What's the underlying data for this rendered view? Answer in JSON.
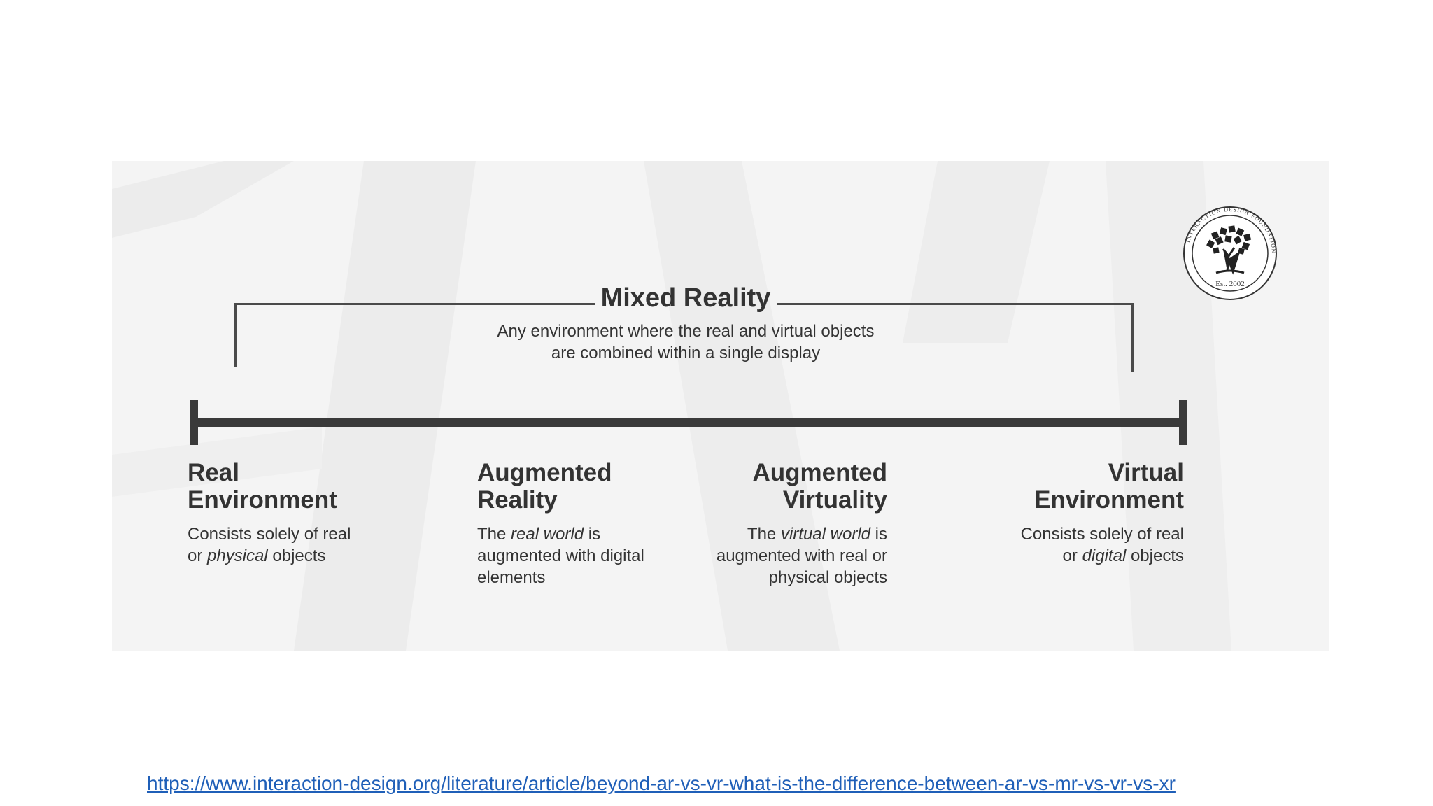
{
  "mixed_reality": {
    "title": "Mixed Reality",
    "description_line1": "Any environment where the real and virtual objects",
    "description_line2": "are combined within a single display"
  },
  "categories": [
    {
      "title_line1": "Real",
      "title_line2": "Environment",
      "desc_line1": "Consists solely of real",
      "desc_line2_pre": "or ",
      "desc_line2_em": "physical",
      "desc_line2_post": " objects",
      "desc_line3": ""
    },
    {
      "title_line1": "Augmented",
      "title_line2": "Reality",
      "desc_line1_pre": "The ",
      "desc_line1_em": "real world",
      "desc_line1_post": " is",
      "desc_line2": "augmented with digital",
      "desc_line3": "elements"
    },
    {
      "title_line1": "Augmented",
      "title_line2": "Virtuality",
      "desc_line1_pre": "The ",
      "desc_line1_em": "virtual world",
      "desc_line1_post": " is",
      "desc_line2": "augmented with real or",
      "desc_line3": "physical objects"
    },
    {
      "title_line1": "Virtual",
      "title_line2": "Environment",
      "desc_line1": "Consists solely of real",
      "desc_line2_pre": "or ",
      "desc_line2_em": "digital",
      "desc_line2_post": " objects",
      "desc_line3": ""
    }
  ],
  "logo": {
    "ring_text": "INTERACTION DESIGN FOUNDATION",
    "est": "Est. 2002"
  },
  "link": {
    "url": "https://www.interaction-design.org/literature/article/beyond-ar-vs-vr-what-is-the-difference-between-ar-vs-mr-vs-vr-vs-xr"
  },
  "colors": {
    "ink": "#333333",
    "axis": "#3a3a3a",
    "panel": "#f4f4f4",
    "link": "#1f5fb8"
  }
}
